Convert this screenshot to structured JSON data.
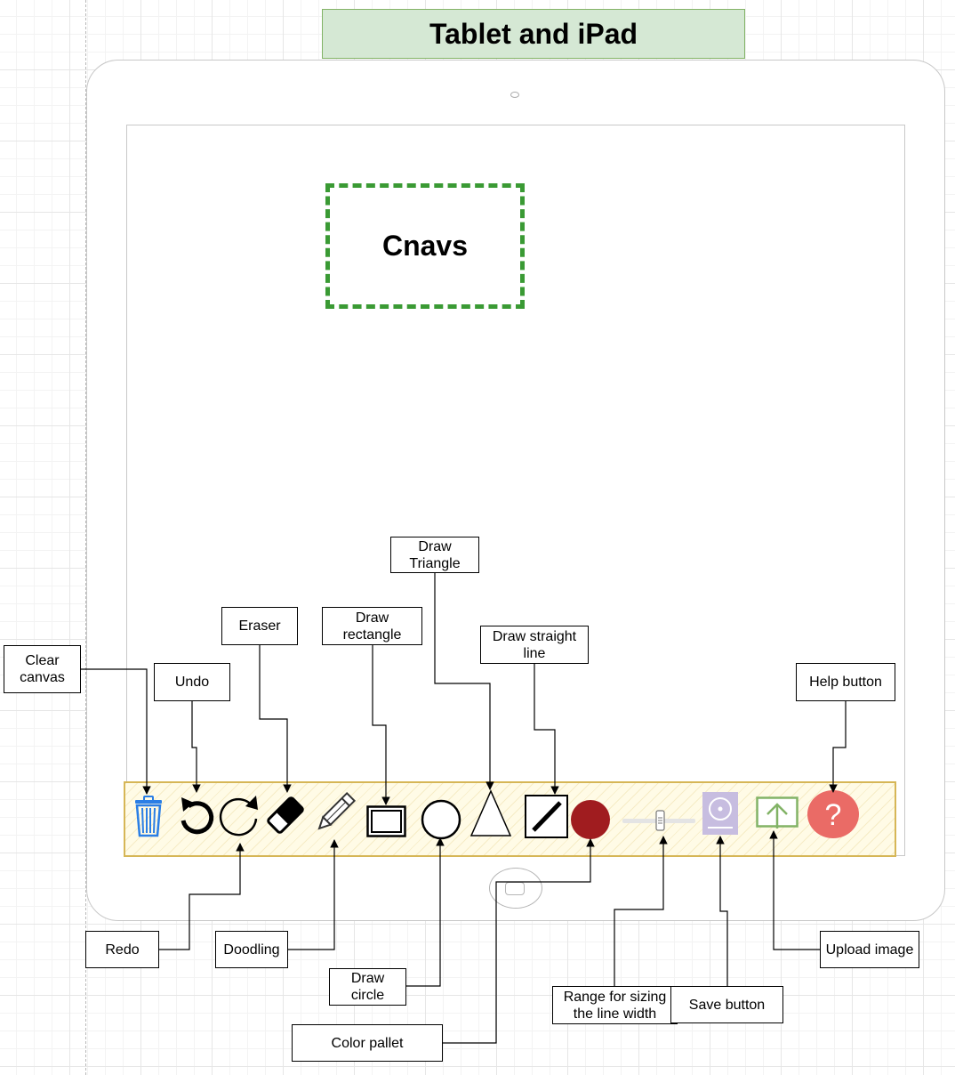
{
  "title": "Tablet and iPad",
  "canvas_label": "Cnavs",
  "labels": {
    "clear_canvas": "Clear\ncanvas",
    "undo": "Undo",
    "eraser": "Eraser",
    "draw_rectangle": "Draw\nrectangle",
    "draw_triangle": "Draw\nTriangle",
    "draw_straight_line": "Draw straight\nline",
    "help_button": "Help button",
    "redo": "Redo",
    "doodling": "Doodling",
    "draw_circle": "Draw\ncircle",
    "color_pallet": "Color pallet",
    "range_sizing": "Range for sizing\nthe line width",
    "save_button": "Save button",
    "upload_image": "Upload image"
  },
  "toolbar_icons": [
    "trash-icon",
    "undo-icon",
    "redo-icon",
    "eraser-icon",
    "pencil-icon",
    "rectangle-icon",
    "circle-icon",
    "triangle-icon",
    "line-icon",
    "color-icon",
    "range-slider-icon",
    "save-icon",
    "upload-icon",
    "help-icon"
  ],
  "help_glyph": "?",
  "colors": {
    "title_fill": "#d5e8d4",
    "canvas_dash": "#3a9a34",
    "toolbar_border": "#d6b656",
    "trash": "#2a7ee5",
    "color_swatch": "#a01c1f",
    "help": "#ea6b66",
    "upload": "#82b366",
    "save": "#c7bde0"
  }
}
